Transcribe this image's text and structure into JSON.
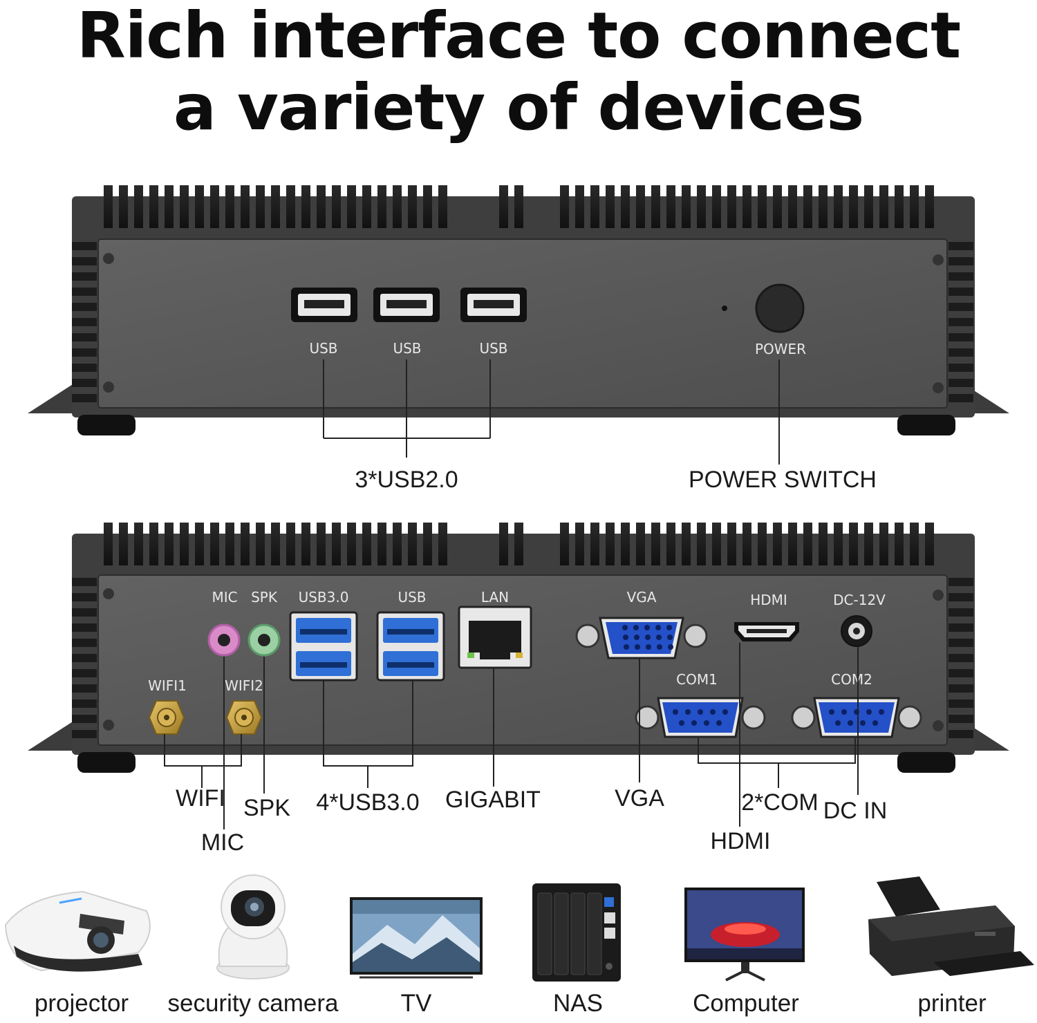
{
  "headline": {
    "line1": "Rich interface to connect",
    "line2": "a variety of devices"
  },
  "front_panel": {
    "port_labels": [
      "USB",
      "USB",
      "USB"
    ],
    "power_label": "POWER",
    "callouts": {
      "usb": "3*USB2.0",
      "power": "POWER SWITCH"
    }
  },
  "rear_panel": {
    "port_labels": {
      "mic": "MIC",
      "spk": "SPK",
      "usb3": "USB3.0",
      "usb": "USB",
      "lan": "LAN",
      "vga": "VGA",
      "hdmi": "HDMI",
      "dc": "DC-12V",
      "com1": "COM1",
      "com2": "COM2",
      "wifi1": "WIFI1",
      "wifi2": "WIFI2"
    },
    "callouts": {
      "wifi": "WIFI",
      "mic": "MIC",
      "spk": "SPK",
      "usb3": "4*USB3.0",
      "gigabit": "GIGABIT",
      "vga": "VGA",
      "com": "2*COM",
      "hdmi": "HDMI",
      "dc_in": "DC IN"
    }
  },
  "devices": [
    {
      "label": "projector",
      "icon": "projector-icon"
    },
    {
      "label": "security camera",
      "icon": "camera-icon"
    },
    {
      "label": "TV",
      "icon": "tv-icon"
    },
    {
      "label": "NAS",
      "icon": "nas-icon"
    },
    {
      "label": "Computer",
      "icon": "monitor-icon"
    },
    {
      "label": "printer",
      "icon": "printer-icon"
    }
  ],
  "colors": {
    "chassis": "#4a4a4a",
    "faceplate": "#5a5a5a",
    "usb3_blue": "#2f6fd6",
    "vga_blue": "#2450c8",
    "gold": "#c9a23c"
  }
}
